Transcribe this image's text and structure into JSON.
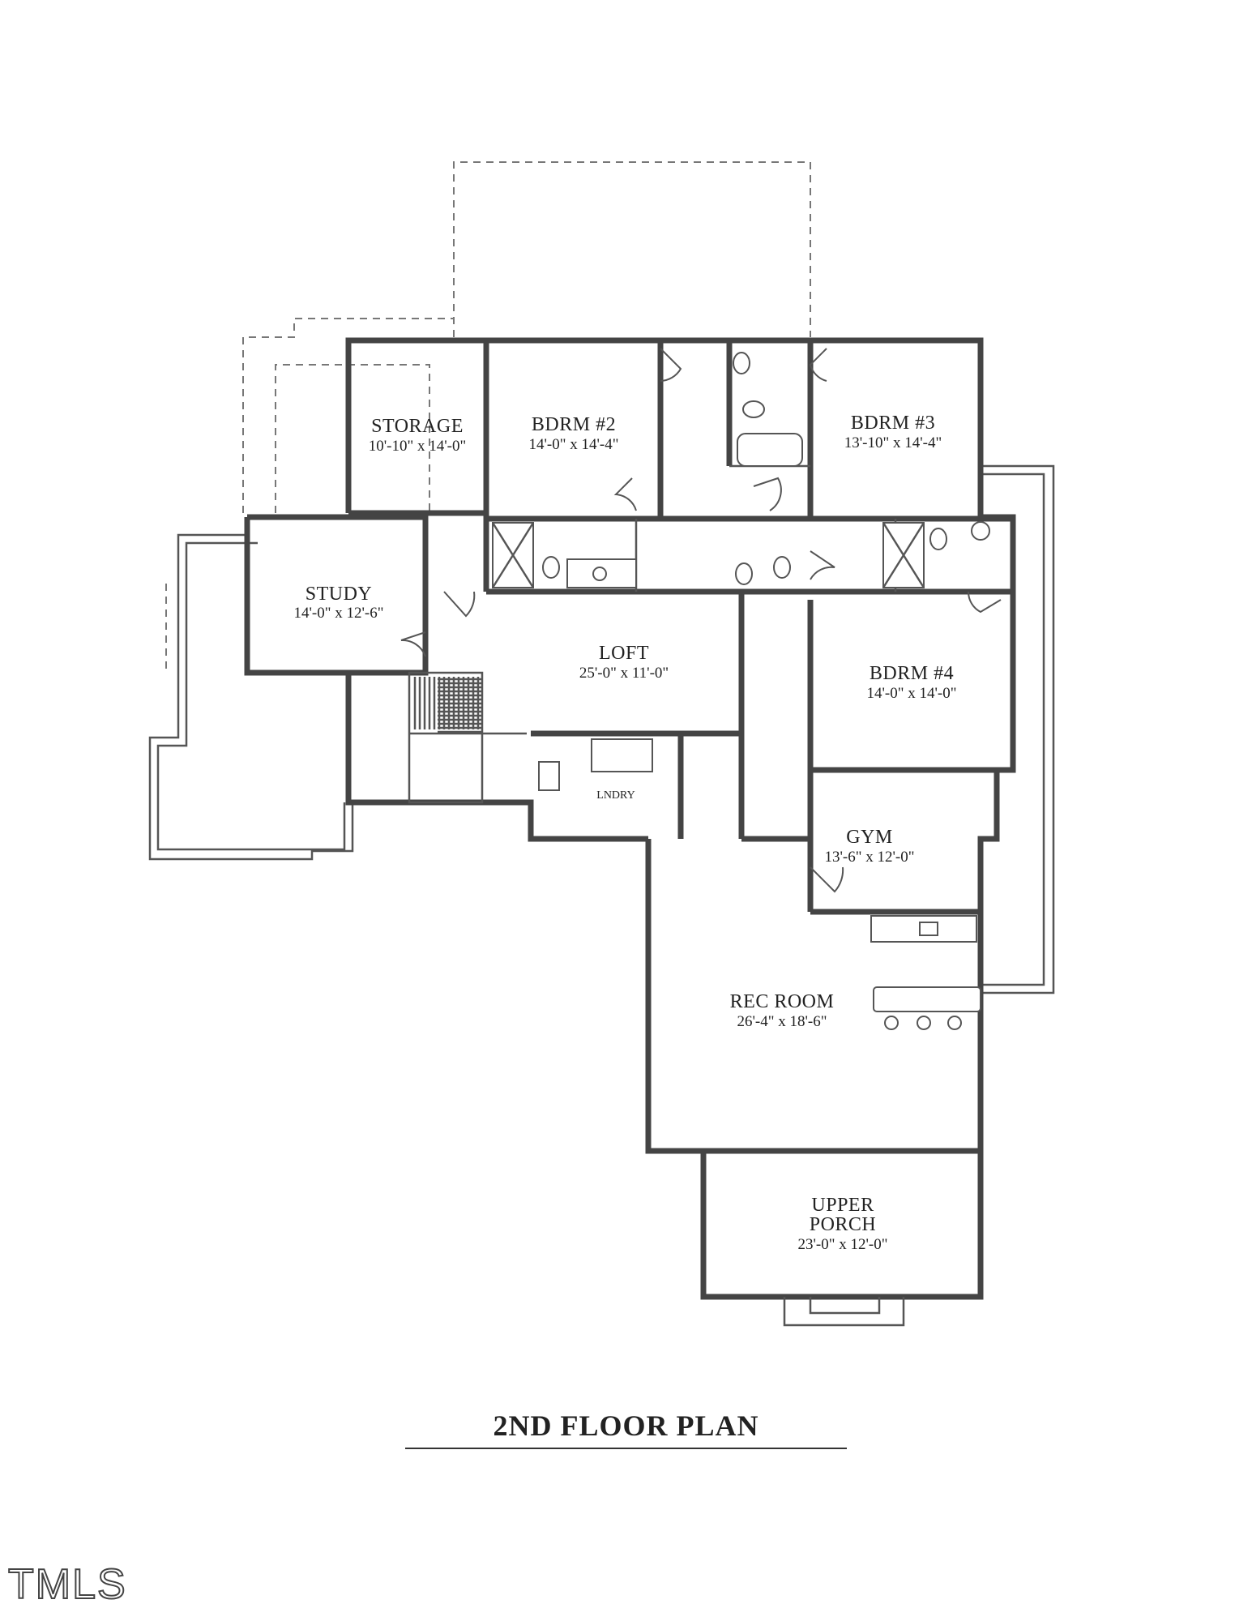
{
  "title": "2ND FLOOR PLAN",
  "watermark": "TMLS",
  "rooms": [
    {
      "id": "storage",
      "name": "STORAGE",
      "dims": "10'-10\" x 14'-0\""
    },
    {
      "id": "bdrm2",
      "name": "BDRM #2",
      "dims": "14'-0\" x 14'-4\""
    },
    {
      "id": "bdrm3",
      "name": "BDRM #3",
      "dims": "13'-10\" x 14'-4\""
    },
    {
      "id": "study",
      "name": "STUDY",
      "dims": "14'-0\" x 12'-6\""
    },
    {
      "id": "loft",
      "name": "LOFT",
      "dims": "25'-0\" x 11'-0\""
    },
    {
      "id": "bdrm4",
      "name": "BDRM #4",
      "dims": "14'-0\" x 14'-0\""
    },
    {
      "id": "lndry",
      "name": "LNDRY"
    },
    {
      "id": "gym",
      "name": "GYM",
      "dims": "13'-6\" x 12'-0\""
    },
    {
      "id": "recroom",
      "name": "REC ROOM",
      "dims": "26'-4\" x 18'-6\""
    },
    {
      "id": "porch",
      "name": "UPPER\nPORCH",
      "name_line1": "UPPER",
      "name_line2": "PORCH",
      "dims": "23'-0\" x 12'-0\""
    }
  ],
  "colors": {
    "wall": "#444444",
    "background": "#ffffff"
  }
}
